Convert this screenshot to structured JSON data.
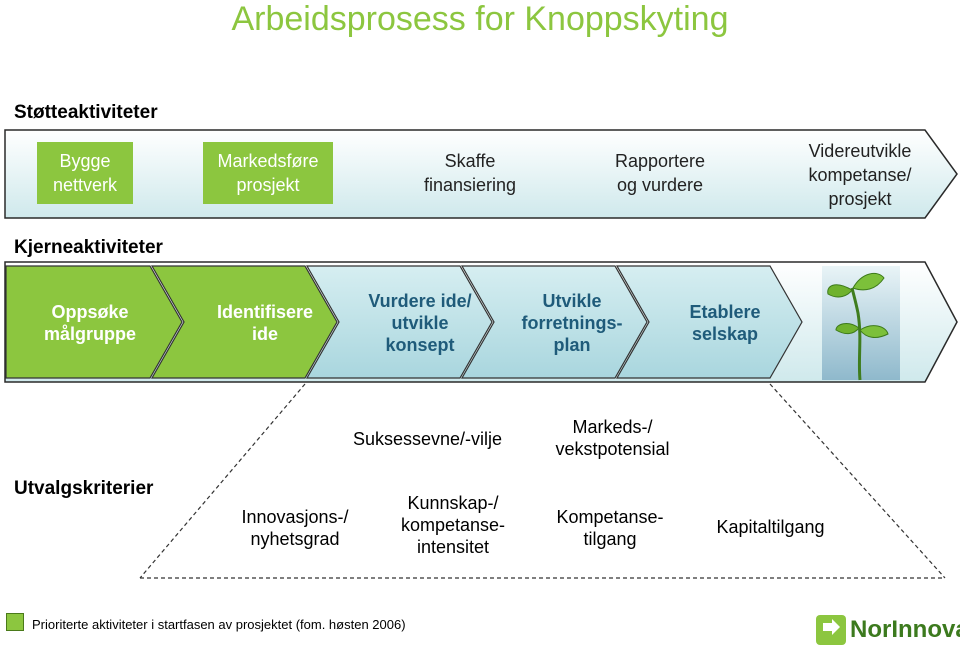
{
  "title": "Arbeidsprosess for Knoppskyting",
  "support": {
    "heading": "Støtteaktiviteter",
    "items": [
      {
        "label": "Bygge\nnettverk",
        "highlighted": true
      },
      {
        "label": "Markedsføre\nprosjekt",
        "highlighted": true
      },
      {
        "label": "Skaffe\nfinansiering",
        "highlighted": false
      },
      {
        "label": "Rapportere\nog vurdere",
        "highlighted": false
      },
      {
        "label": "Videreutvikle\nkompetanse/\nprosjekt",
        "highlighted": false
      }
    ]
  },
  "core": {
    "heading": "Kjerneaktiviteter",
    "steps": [
      {
        "label": "Oppsøke\nmålgruppe",
        "highlighted": true
      },
      {
        "label": "Identifisere\nide",
        "highlighted": true
      },
      {
        "label": "Vurdere ide/\nutvikle\nkonsept",
        "highlighted": false
      },
      {
        "label": "Utvikle\nforretnings-\nplan",
        "highlighted": false
      },
      {
        "label": "Etablere\nselskap",
        "highlighted": false
      }
    ],
    "image": "seedling-sprout"
  },
  "criteria": {
    "heading": "Utvalgskriterier",
    "items": [
      "Suksessevne/-vilje",
      "Markeds-/\nvekstpotensial",
      "Innovasjons-/\nnyhetsgrad",
      "Kunnskap-/\nkompetanse-\nintensitet",
      "Kompetanse-\ntilgang",
      "Kapitaltilgang"
    ]
  },
  "legend": {
    "text": "Prioriterte aktiviteter i startfasen av prosjektet (fom. høsten 2006)"
  },
  "logo": {
    "text": "NorInnova"
  },
  "colors": {
    "green": "#8cc63f",
    "light_blue": "#c7e6ea",
    "arrow_blue": "#b7dfe5",
    "dark_green_text": "#1f5b7a"
  }
}
